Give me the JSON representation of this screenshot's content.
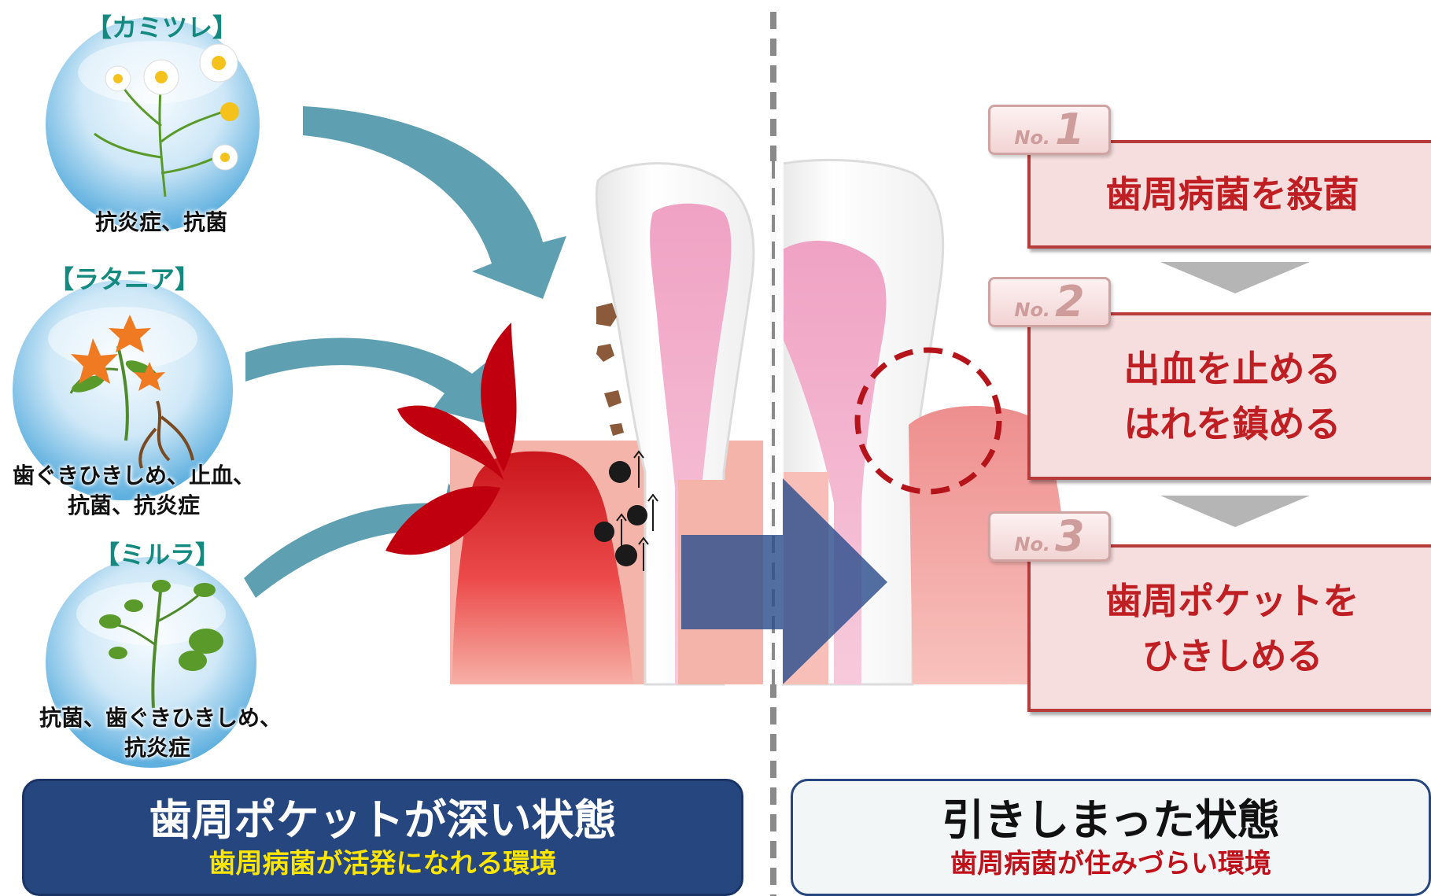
{
  "herbs": [
    {
      "name": "【カミツレ】",
      "effects": [
        "抗炎症、抗菌"
      ]
    },
    {
      "name": "【ラタニア】",
      "effects": [
        "歯ぐきひきしめ、止血、",
        "抗菌、抗炎症"
      ]
    },
    {
      "name": "【ミルラ】",
      "effects": [
        "抗菌、歯ぐきひきしめ、",
        "抗炎症"
      ]
    }
  ],
  "steps": [
    {
      "label": "No.",
      "number": "1",
      "lines": [
        "歯周病菌を殺菌"
      ]
    },
    {
      "label": "No.",
      "number": "2",
      "lines": [
        "出血を止める",
        "はれを鎮める"
      ]
    },
    {
      "label": "No.",
      "number": "3",
      "lines": [
        "歯周ポケットを",
        "ひきしめる"
      ]
    }
  ],
  "states": {
    "left": {
      "title": "歯周ポケットが深い状態",
      "subtitle": "歯周病菌が活発になれる環境"
    },
    "right": {
      "title": "引きしまった状態",
      "subtitle": "歯周病菌が住みづらい環境"
    }
  },
  "colors": {
    "teal_arrow": "#5e9fb2",
    "blood": "#c0000f",
    "gum_inflamed": "#e23b3b",
    "gum_healthy": "#f09a9a",
    "pulp": "#f2a6c6",
    "navy": "#26467f",
    "step_red": "#bf1e22",
    "step_bg": "#f7dede",
    "sub_yellow": "#ffe600",
    "herb_title": "#13897f"
  }
}
